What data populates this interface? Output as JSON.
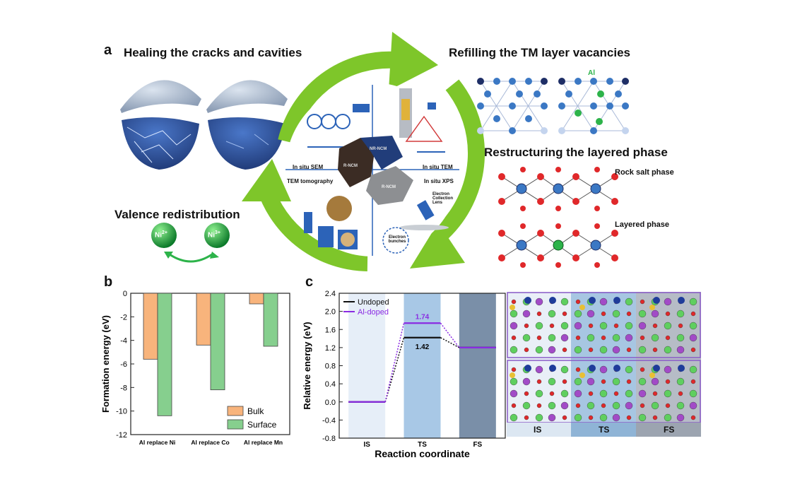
{
  "panel_a": {
    "letter": "a",
    "titles": {
      "healing": "Healing the cracks and cavities",
      "refilling": "Refilling the TM layer vacancies",
      "restructuring": "Restructuring the layered phase",
      "valence": "Valence redistribution"
    },
    "center_labels": {
      "sem": "In situ SEM",
      "tem": "In situ TEM",
      "tomo": "TEM tomography",
      "xps": "In situ XPS",
      "electron_lens": "Electron Collection Lens",
      "electron_bunches": "Electron bunches",
      "center_left": "R-NCM",
      "center_right_top": "NR-NCM",
      "center_right_bottom": "R-NCM"
    },
    "al_label": "Al",
    "ion_left": "Ni",
    "ion_left_sup": "2+",
    "ion_right": "Ni",
    "ion_right_sup": "3+",
    "rock_salt": "Rock salt phase",
    "layered": "Layered phase",
    "colors": {
      "arrow_green": "#7ec62a",
      "sphere_blue": "#2b4f9c",
      "shell_gray": "#9fb0c6",
      "atom_red": "#e0282a",
      "atom_blue": "#3b78c4",
      "atom_green": "#2db34a"
    }
  },
  "panel_b": {
    "letter": "b",
    "chart_data": {
      "type": "bar",
      "categories": [
        "Al replace Ni",
        "Al replace Co",
        "Al replace Mn"
      ],
      "series": [
        {
          "name": "Bulk",
          "values": [
            -5.6,
            -4.4,
            -0.9
          ],
          "color": "#f8b47c"
        },
        {
          "name": "Surface",
          "values": [
            -10.4,
            -8.2,
            -4.5
          ],
          "color": "#86cf8e"
        }
      ],
      "ylabel": "Formation energy (eV)",
      "ylim": [
        -12,
        0
      ],
      "yticks": [
        "0",
        "-2",
        "-4",
        "-6",
        "-8",
        "-10",
        "-12"
      ],
      "legend": "bottom-right"
    }
  },
  "panel_c": {
    "letter": "c",
    "chart_data": {
      "type": "line",
      "categories": [
        "IS",
        "TS",
        "FS"
      ],
      "series": [
        {
          "name": "Undoped",
          "values": [
            0.0,
            1.42,
            1.2
          ],
          "color": "#111111"
        },
        {
          "name": "Al-doped",
          "values": [
            0.0,
            1.74,
            1.2
          ],
          "color": "#8a2be2"
        }
      ],
      "data_labels": [
        "1.74",
        "1.42"
      ],
      "xlabel": "Reaction coordinate",
      "ylabel": "Relative energy (eV)",
      "ylim": [
        -0.8,
        2.4
      ],
      "yticks": [
        "2.4",
        "2.0",
        "1.6",
        "1.2",
        "0.8",
        "0.4",
        "0.0",
        "-0.4",
        "-0.8"
      ],
      "legend": "top-left"
    },
    "structure_labels": [
      "IS",
      "TS",
      "FS"
    ]
  }
}
